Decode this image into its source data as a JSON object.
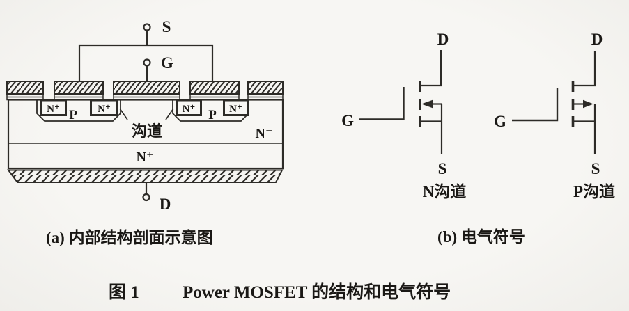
{
  "figure": {
    "type": "semiconductor-device-diagram",
    "caption_prefix": "图 1",
    "caption_title": "Power MOSFET 的结构和电气符号"
  },
  "panel_a": {
    "caption": "(a) 内部结构剖面示意图",
    "terminal_source": "S",
    "terminal_gate": "G",
    "terminal_drain": "D",
    "label_n_plus_source": "N⁺",
    "label_p_well": "P",
    "label_channel": "沟道",
    "label_n_minus_drift": "N⁻",
    "label_n_plus_substrate": "N⁺"
  },
  "panel_b": {
    "caption": "(b) 电气符号",
    "n_channel": {
      "drain": "D",
      "gate": "G",
      "source": "S",
      "label": "N沟道"
    },
    "p_channel": {
      "drain": "D",
      "gate": "G",
      "source": "S",
      "label": "P沟道"
    }
  },
  "colors": {
    "background": "#f5f4f1",
    "line": "#2d2b27",
    "text": "#1a1815"
  }
}
